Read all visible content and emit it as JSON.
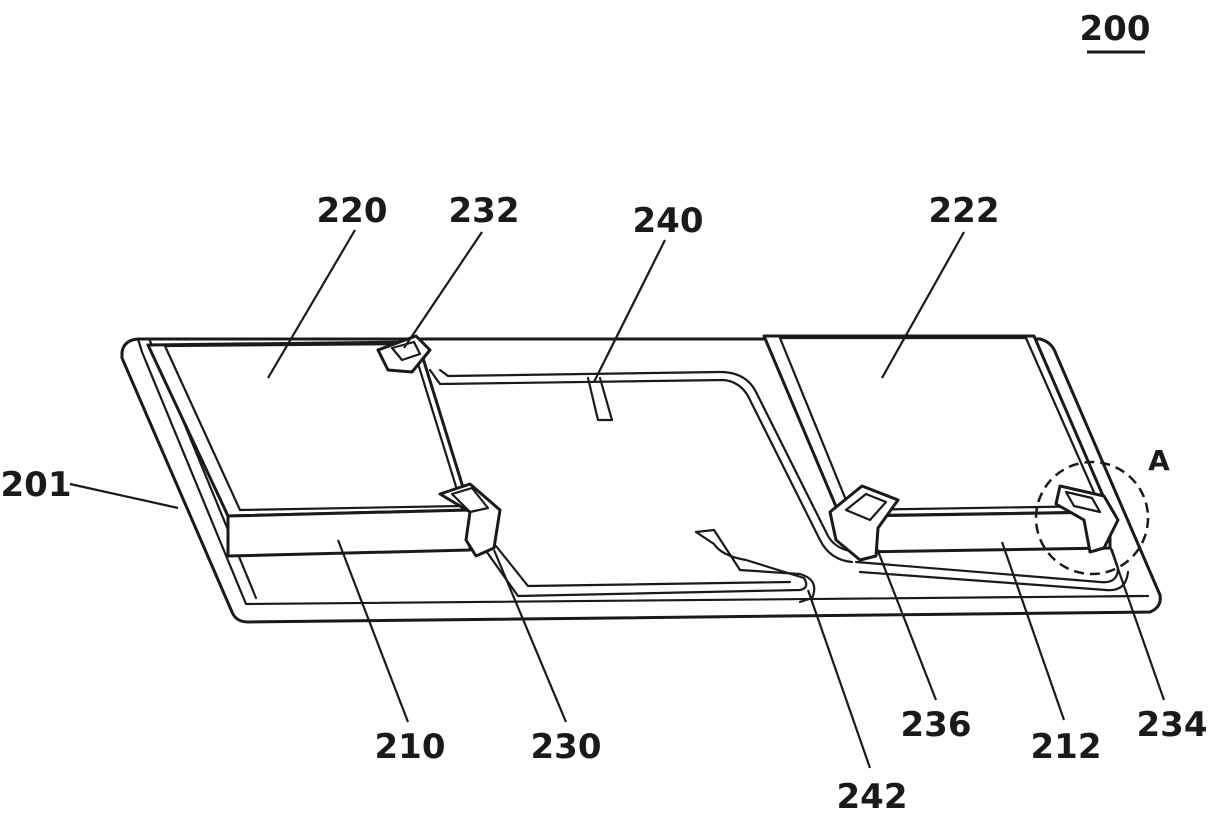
{
  "figure_number": "200",
  "detail_marker": "A",
  "labels": {
    "l201": "201",
    "l210": "210",
    "l212": "212",
    "l220": "220",
    "l222": "222",
    "l230": "230",
    "l232": "232",
    "l234": "234",
    "l236": "236",
    "l240": "240",
    "l242": "242"
  }
}
